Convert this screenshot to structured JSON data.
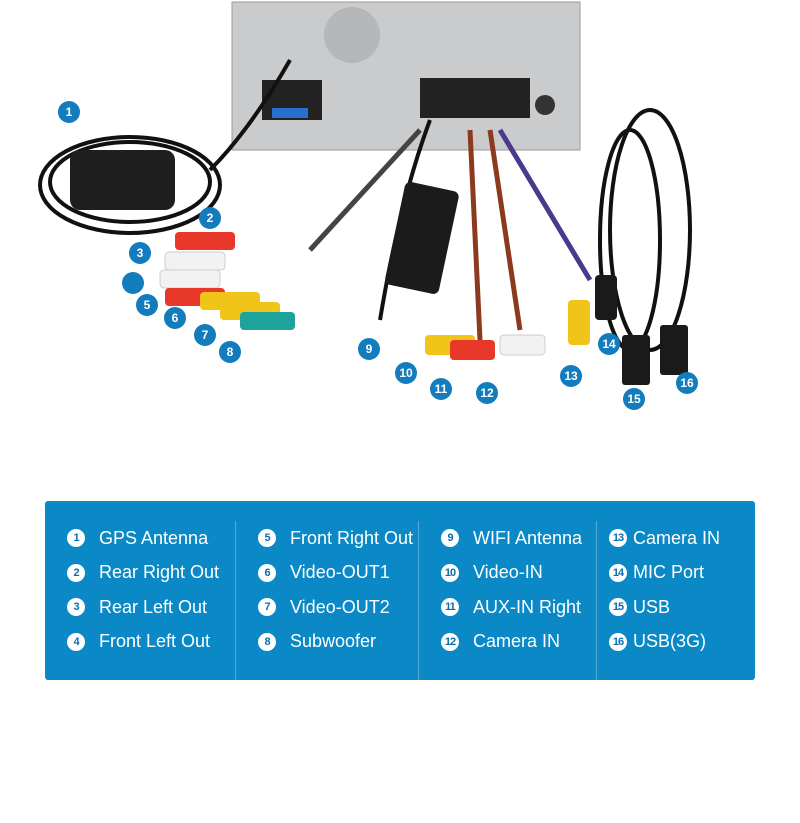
{
  "callouts": [
    "1",
    "2",
    "3",
    "",
    "5",
    "6",
    "7",
    "8",
    "9",
    "10",
    "11",
    "12",
    "13",
    "14",
    "15",
    "16"
  ],
  "legend": {
    "columns": [
      [
        {
          "n": "1",
          "label": "GPS Antenna"
        },
        {
          "n": "2",
          "label": "Rear Right Out"
        },
        {
          "n": "3",
          "label": "Rear Left Out"
        },
        {
          "n": "4",
          "label": "Front Left Out"
        }
      ],
      [
        {
          "n": "5",
          "label": "Front Right Out"
        },
        {
          "n": "6",
          "label": "Video-OUT1"
        },
        {
          "n": "7",
          "label": "Video-OUT2"
        },
        {
          "n": "8",
          "label": "Subwoofer"
        }
      ],
      [
        {
          "n": "9",
          "label": "WIFI Antenna"
        },
        {
          "n": "10",
          "label": "Video-IN"
        },
        {
          "n": "11",
          "label": "AUX-IN Right"
        },
        {
          "n": "12",
          "label": "Camera IN"
        }
      ],
      [
        {
          "n": "13",
          "label": "Camera IN"
        },
        {
          "n": "14",
          "label": "MIC Port"
        },
        {
          "n": "15",
          "label": "USB"
        },
        {
          "n": "16",
          "label": "USB(3G)"
        }
      ]
    ]
  },
  "colors": {
    "panel": "#0a89c6",
    "badge": "#137cbd"
  }
}
